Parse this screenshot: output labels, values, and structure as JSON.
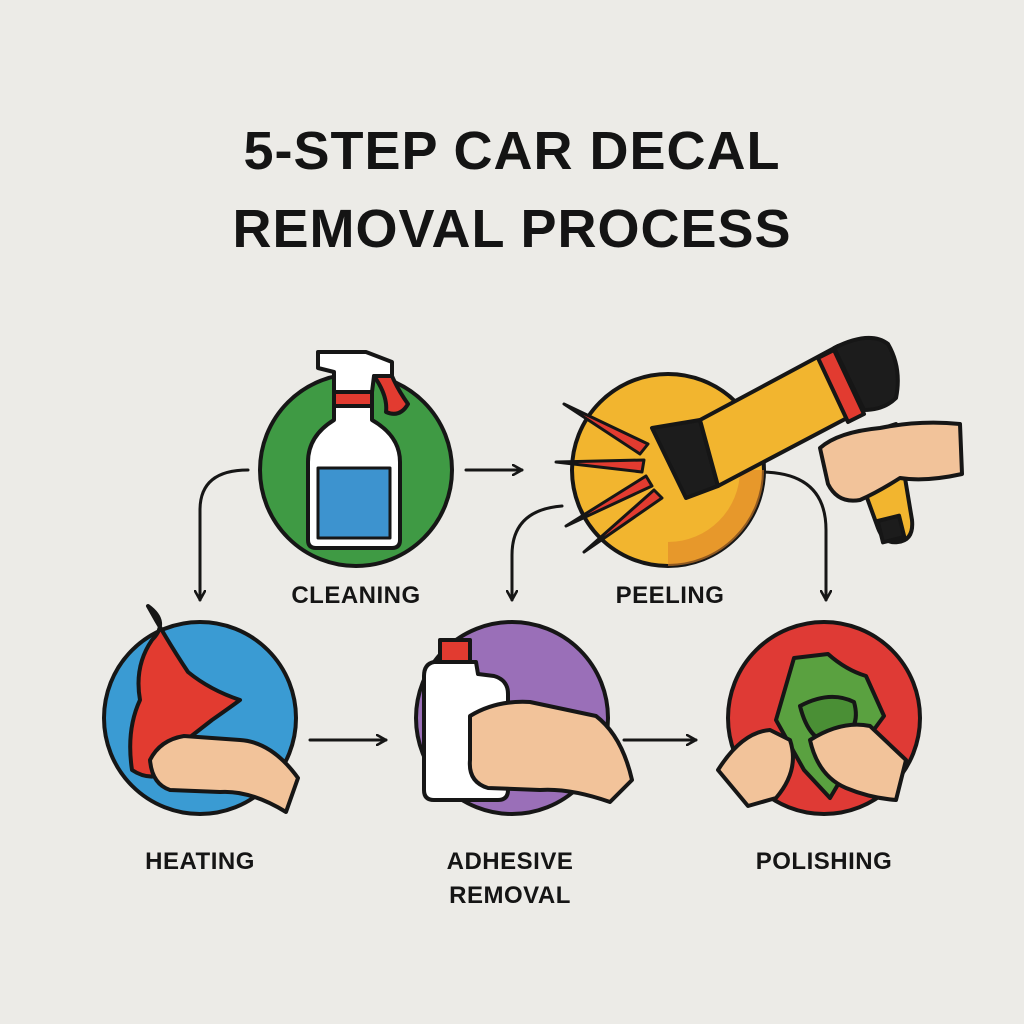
{
  "title": {
    "line1": "5-STEP CAR DECAL",
    "line2": "REMOVAL PROCESS"
  },
  "steps": [
    {
      "label": "CLEANING",
      "color": "#3f9a44",
      "icon": "spray-bottle-icon"
    },
    {
      "label": "PEELING",
      "color": "#f2b52f",
      "icon": "heat-gun-icon"
    },
    {
      "label": "HEATING",
      "color": "#3a9bd3",
      "icon": "peeling-decal-icon"
    },
    {
      "label_line1": "ADHESIVE",
      "label_line2": "REMOVAL",
      "color": "#9a6fb8",
      "icon": "adhesive-bottle-icon"
    },
    {
      "label": "POLISHING",
      "color": "#df3a35",
      "icon": "polishing-cloth-icon"
    }
  ],
  "colors": {
    "background": "#ecebe7",
    "outline": "#161616",
    "skin": "#f2c39a",
    "accent_red": "#e23b30",
    "liquid_blue": "#3d93cf",
    "cloth_green": "#5aa140"
  }
}
